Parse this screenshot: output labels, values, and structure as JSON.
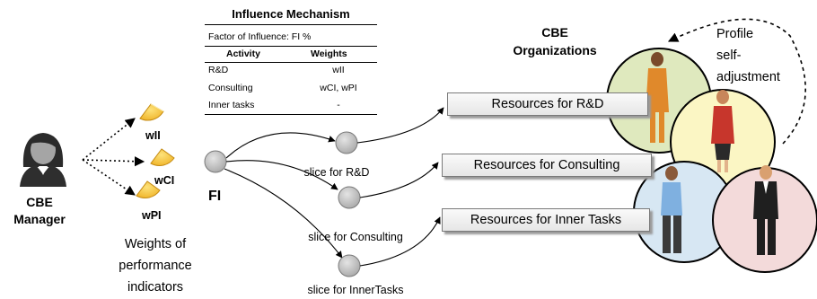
{
  "manager": {
    "label_line1": "CBE",
    "label_line2": "Manager"
  },
  "weights": {
    "items": [
      "wII",
      "wCI",
      "wPI"
    ],
    "caption_line1": "Weights of",
    "caption_line2": "performance",
    "caption_line3": "indicators"
  },
  "influence_table": {
    "title": "Influence Mechanism",
    "subtitle": "Factor of Influence: FI %",
    "col_activity": "Activity",
    "col_weights": "Weights",
    "rows": [
      {
        "activity": "R&D",
        "weights": "wII"
      },
      {
        "activity": "Consulting",
        "weights": "wCI, wPI"
      },
      {
        "activity": "Inner tasks",
        "weights": "-"
      }
    ]
  },
  "fi_label": "FI",
  "slices": [
    "slice for R&D",
    "slice for Consulting",
    "slice for InnerTasks"
  ],
  "resources": [
    "Resources for R&D",
    "Resources for Consulting",
    "Resources for Inner Tasks"
  ],
  "organizations": {
    "title_line1": "CBE",
    "title_line2": "Organizations"
  },
  "profile": {
    "line1": "Profile",
    "line2": "self-",
    "line3": "adjustment"
  },
  "colors": {
    "weight_fill": "#f7c84a",
    "node_fill": "#c0c0c0",
    "circle_green": "#dfe9be",
    "circle_yellow": "#fbf6c4",
    "circle_blue": "#d7e7f3",
    "circle_pink": "#f3dada"
  }
}
